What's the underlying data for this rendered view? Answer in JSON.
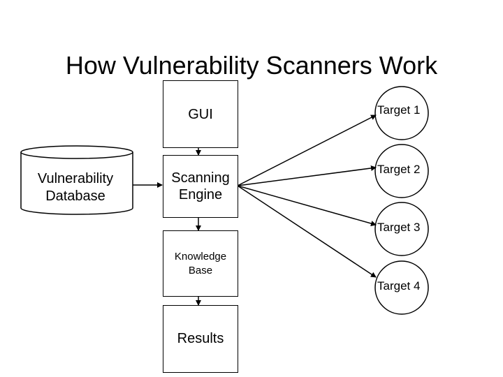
{
  "slide": {
    "title": "How Vulnerability Scanners Work"
  },
  "nodes": {
    "gui": "GUI",
    "scanning_engine": "Scanning Engine",
    "knowledge_base": "Knowledge Base",
    "results": "Results",
    "database": "Vulnerability Database"
  },
  "targets": [
    "Target 1",
    "Target 2",
    "Target 3",
    "Target 4"
  ]
}
